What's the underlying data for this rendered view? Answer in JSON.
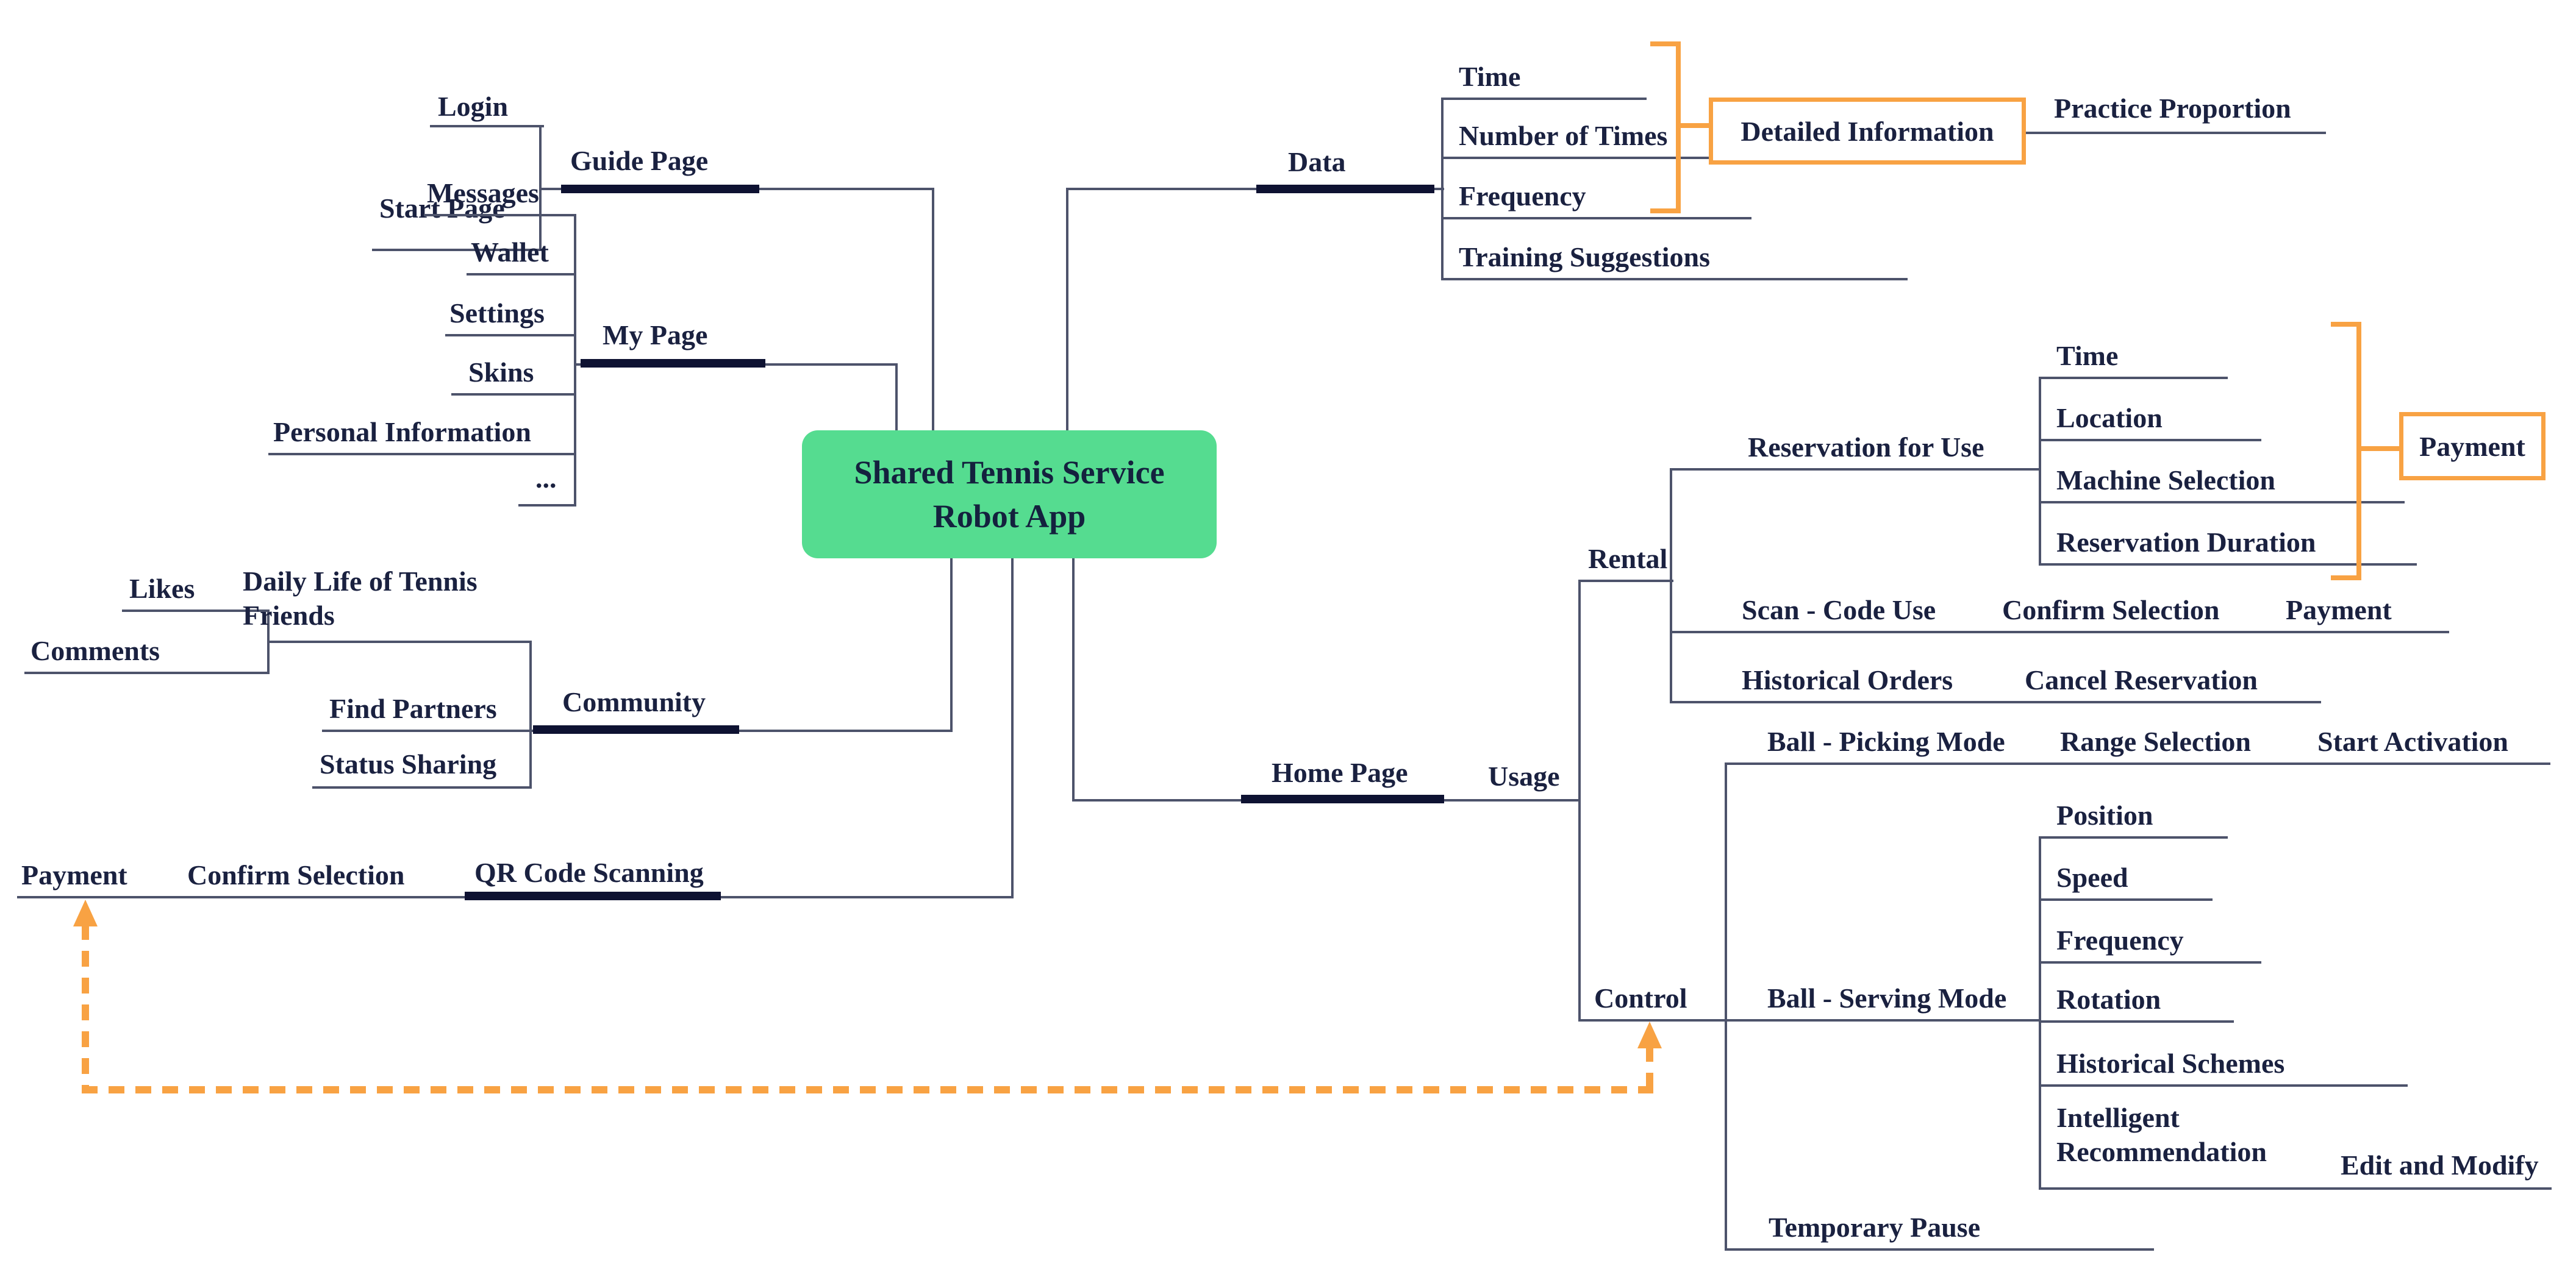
{
  "diagram": {
    "center": {
      "title_line1": "Shared Tennis Service",
      "title_line2": "Robot App"
    },
    "colors": {
      "center_fill": "#55dc90",
      "accent_orange": "#f8a243",
      "text": "#1a2140",
      "thin_line": "#4d536b",
      "thick_line": "#0e1232"
    },
    "guide": {
      "label": "Guide Page",
      "login": "Login",
      "start_page": "Start Page"
    },
    "my_page": {
      "label": "My Page",
      "items": [
        "Messages",
        "Wallet",
        "Settings",
        "Skins",
        "Personal Information",
        "..."
      ]
    },
    "community": {
      "label": "Community",
      "likes": "Likes",
      "comments": "Comments",
      "daily_life": "Daily Life of Tennis Friends",
      "find_partners": "Find Partners",
      "status_sharing": "Status Sharing"
    },
    "qr": {
      "label": "QR Code Scanning",
      "confirm": "Confirm Selection",
      "payment": "Payment"
    },
    "data": {
      "label": "Data",
      "items": [
        "Time",
        "Number of Times",
        "Frequency",
        "Training Suggestions"
      ],
      "detailed_info": "Detailed Information",
      "practice_proportion": "Practice Proportion"
    },
    "home": {
      "label": "Home Page",
      "usage": "Usage",
      "rental": {
        "label": "Rental",
        "reservation": {
          "label": "Reservation for Use",
          "items": [
            "Time",
            "Location",
            "Machine Selection",
            "Reservation Duration"
          ],
          "payment": "Payment"
        },
        "scan": {
          "label": "Scan - Code Use",
          "confirm": "Confirm Selection",
          "payment": "Payment"
        },
        "historical": {
          "label": "Historical Orders",
          "cancel": "Cancel Reservation"
        }
      },
      "control": {
        "label": "Control",
        "picking": {
          "label": "Ball - Picking Mode",
          "range": "Range Selection",
          "start": "Start Activation"
        },
        "serving": {
          "label": "Ball - Serving Mode",
          "items": [
            "Position",
            "Speed",
            "Frequency",
            "Rotation",
            "Historical Schemes"
          ],
          "intelligent": "Intelligent Recommendation",
          "edit": "Edit and Modify"
        },
        "pause": "Temporary Pause"
      }
    }
  }
}
